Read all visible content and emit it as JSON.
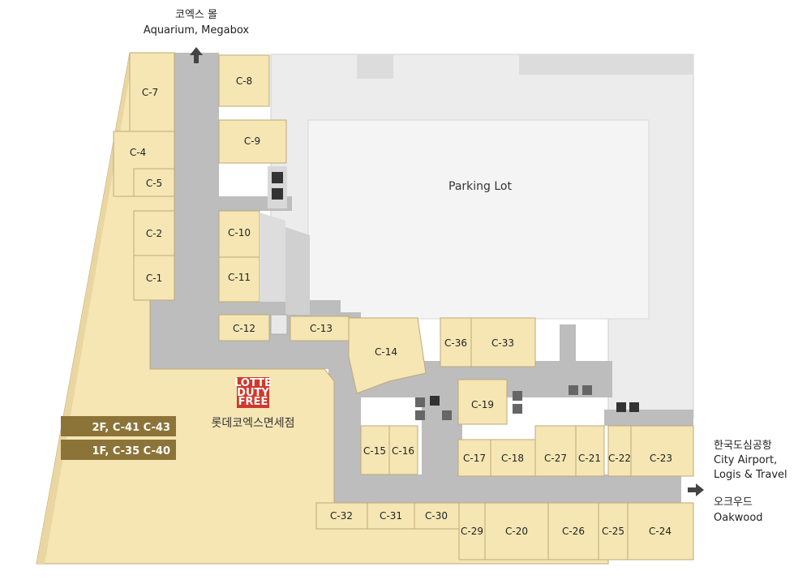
{
  "top_exit": {
    "korean": "코엑스 몰",
    "english": "Aquarium, Megabox"
  },
  "right_exit_1": {
    "korean": "한국도심공항",
    "line1": "City Airport,",
    "line2": "Logis & Travel"
  },
  "right_exit_2": {
    "korean": "오크우드",
    "english": "Oakwood"
  },
  "parking_label": "Parking Lot",
  "duty_free": {
    "logo_top": "LOTTE",
    "logo_line1": "DUTY",
    "logo_line2": "FREE",
    "name": "롯데코엑스면세점",
    "floor_2f": "2F, C-41 C-43",
    "floor_1f": "1F, C-35 C-40"
  },
  "shops": [
    "C-7",
    "C-8",
    "C-9",
    "C-4",
    "C-5",
    "C-2",
    "C-1",
    "C-10",
    "C-11",
    "C-12",
    "C-13",
    "C-14",
    "C-36",
    "C-33",
    "C-19",
    "C-15",
    "C-16",
    "C-17",
    "C-18",
    "C-27",
    "C-21",
    "C-22",
    "C-23",
    "C-32",
    "C-31",
    "C-30",
    "C-29",
    "C-20",
    "C-26",
    "C-25",
    "C-24"
  ],
  "colors": {
    "shop": "#f5e6b4",
    "corridor": "#bdbdbd",
    "duty_free_logo": "#d0382c",
    "floor_banner": "#8c7338"
  }
}
